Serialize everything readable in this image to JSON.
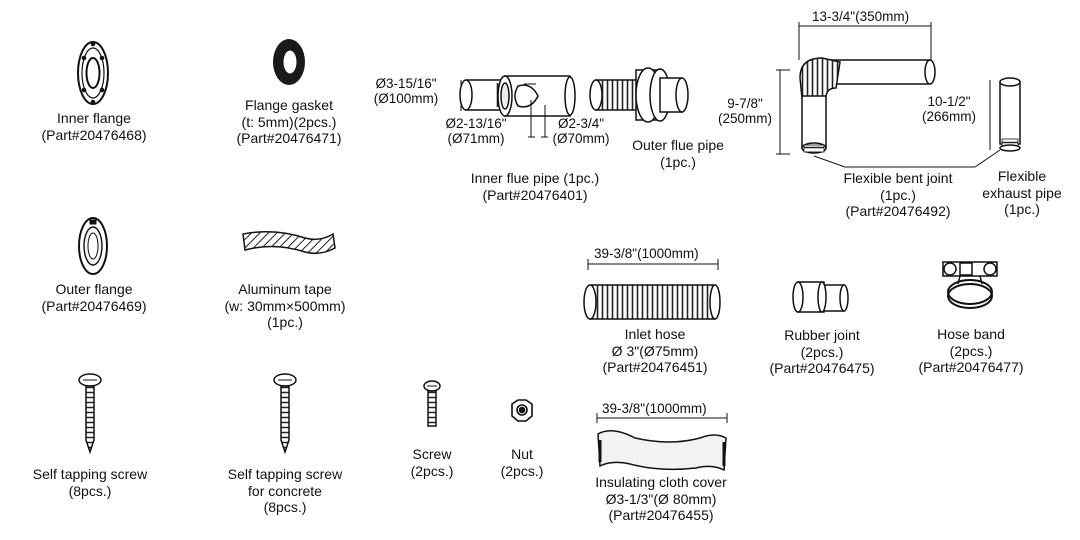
{
  "parts": {
    "inner_flange": {
      "name": "Inner flange",
      "part": "(Part#20476468)"
    },
    "flange_gasket": {
      "name": "Flange gasket",
      "spec": "(t: 5mm)(2pcs.)",
      "part": "(Part#20476471)"
    },
    "inner_flue_pipe": {
      "name": "Inner flue pipe (1pc.)",
      "part": "(Part#20476401)"
    },
    "outer_flue_pipe": {
      "name": "Outer flue pipe",
      "qty": "(1pc.)"
    },
    "flexible_bent_joint": {
      "name": "Flexible bent joint",
      "qty": "(1pc.)",
      "part": "(Part#20476492)"
    },
    "flexible_exhaust_pipe": {
      "name1": "Flexible",
      "name2": "exhaust pipe",
      "qty": "(1pc.)"
    },
    "outer_flange": {
      "name": "Outer flange",
      "part": "(Part#20476469)"
    },
    "aluminum_tape": {
      "name": "Aluminum tape",
      "spec": "(w: 30mm×500mm)",
      "qty": "(1pc.)"
    },
    "inlet_hose": {
      "name": "Inlet hose",
      "spec": "Ø 3\"(Ø75mm)",
      "part": "(Part#20476451)"
    },
    "rubber_joint": {
      "name": "Rubber joint",
      "qty": "(2pcs.)",
      "part": "(Part#20476475)"
    },
    "hose_band": {
      "name": "Hose band",
      "qty": "(2pcs.)",
      "part": "(Part#20476477)"
    },
    "self_tapping_screw": {
      "name": "Self tapping screw",
      "qty": "(8pcs.)"
    },
    "self_tapping_screw_concrete": {
      "name1": "Self tapping screw",
      "name2": "for concrete",
      "qty": "(8pcs.)"
    },
    "screw": {
      "name": "Screw",
      "qty": "(2pcs.)"
    },
    "nut": {
      "name": "Nut",
      "qty": "(2pcs.)"
    },
    "insulating_cloth_cover": {
      "name": "Insulating cloth cover",
      "spec": "Ø3-1/3\"(Ø 80mm)",
      "part": "(Part#20476455)"
    }
  },
  "dimensions": {
    "inner_flue_outer_dia": {
      "line1": "Ø3-15/16\"",
      "line2": "(Ø100mm)"
    },
    "inner_flue_inner_dia": {
      "line1": "Ø2-13/16\"",
      "line2": "(Ø71mm)"
    },
    "inner_flue_tip_dia": {
      "line1": "Ø2-3/4\"",
      "line2": "(Ø70mm)"
    },
    "bent_joint_length": "13-3/4\"(350mm)",
    "bent_joint_height": {
      "line1": "9-7/8\"",
      "line2": "(250mm)"
    },
    "exhaust_pipe_height": {
      "line1": "10-1/2\"",
      "line2": "(266mm)"
    },
    "inlet_hose_length": "39-3/8\"(1000mm)",
    "cloth_cover_length": "39-3/8\"(1000mm)"
  }
}
